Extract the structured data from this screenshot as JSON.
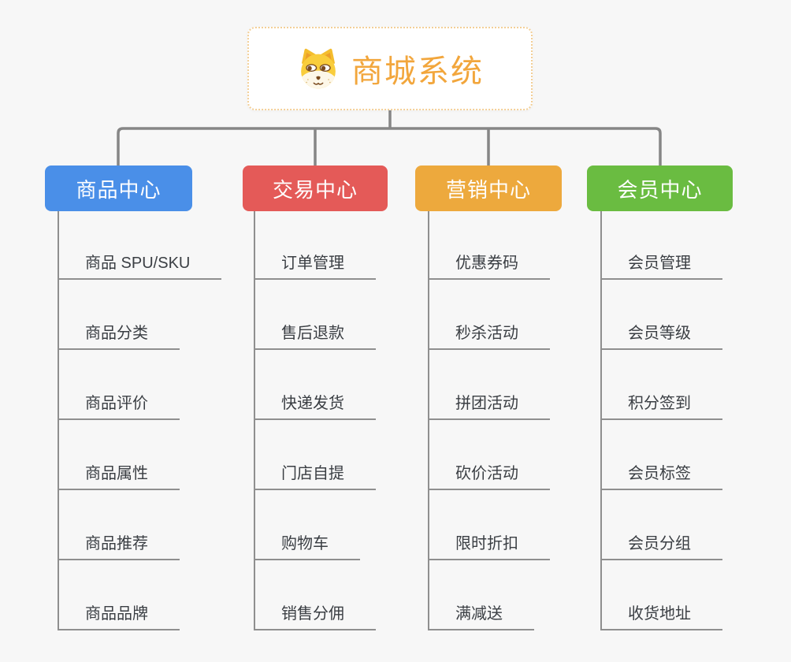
{
  "root": {
    "title": "商城系统",
    "icon": "shiba-dog-icon"
  },
  "branches": [
    {
      "label": "商品中心",
      "color": "#4a8fe8",
      "children": [
        "商品 SPU/SKU",
        "商品分类",
        "商品评价",
        "商品属性",
        "商品推荐",
        "商品品牌"
      ]
    },
    {
      "label": "交易中心",
      "color": "#e45a58",
      "children": [
        "订单管理",
        "售后退款",
        "快递发货",
        "门店自提",
        "购物车",
        "销售分佣"
      ]
    },
    {
      "label": "营销中心",
      "color": "#eda93d",
      "children": [
        "优惠券码",
        "秒杀活动",
        "拼团活动",
        "砍价活动",
        "限时折扣",
        "满减送"
      ]
    },
    {
      "label": "会员中心",
      "color": "#6abc41",
      "children": [
        "会员管理",
        "会员等级",
        "积分签到",
        "会员标签",
        "会员分组",
        "收货地址"
      ]
    }
  ],
  "colors": {
    "background": "#f7f7f7",
    "connector": "#868686",
    "item_line": "#8f8f8f",
    "item_text": "#3a3e43",
    "header_text": "#ffffff",
    "root_text": "#f2a63c",
    "root_border": "#f3cf97",
    "root_background": "#ffffff"
  }
}
